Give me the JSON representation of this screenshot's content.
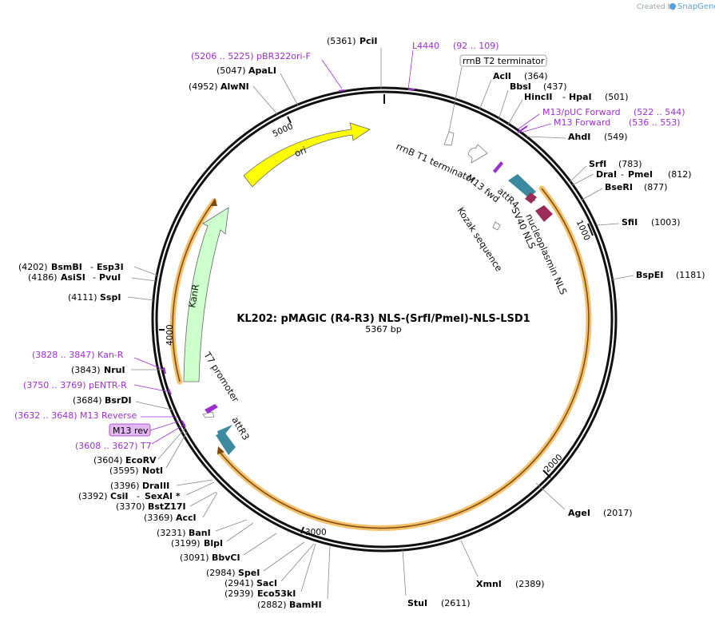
{
  "header": {
    "created_by": "Created by",
    "brand": "SnapGene"
  },
  "plasmid": {
    "name": "KL202: pMAGIC (R4-R3) NLS-(SrfI/PmeI)-NLS-LSD1",
    "length_label": "5367 bp"
  },
  "ticks": [
    "1000",
    "2000",
    "3000",
    "4000",
    "5000"
  ],
  "features": {
    "ori": "ori",
    "kanr": "KanR",
    "rrnb_t1": "rrnB T1 terminator",
    "rrnb_t2": "rrnB T2 terminator",
    "m13_fwd": "M13 fwd",
    "attr4": "attR4",
    "sv40_nls": "SV40 NLS",
    "nucleoplasmin_nls": "nucleoplasmin NLS",
    "kozak": "Kozak sequence",
    "t7_promoter": "T7 promoter",
    "attr3": "attR3",
    "m13_rev_badge": "M13 rev"
  },
  "sites": {
    "pcii": {
      "pos": "(5361)",
      "name": "PciI"
    },
    "apali": {
      "pos": "(5047)",
      "name": "ApaLI"
    },
    "alwni": {
      "pos": "(4952)",
      "name": "AlwNI"
    },
    "acli": {
      "name": "AclI",
      "pos": "(364)"
    },
    "bbsi": {
      "name": "BbsI",
      "pos": "(437)"
    },
    "hincii": {
      "name": "HincII",
      "sep": "-",
      "name2": "HpaI",
      "pos": "(501)"
    },
    "ahdi": {
      "name": "AhdI",
      "pos": "(549)"
    },
    "srfi": {
      "name": "SrfI",
      "pos": "(783)"
    },
    "drai": {
      "name": "DraI",
      "sep": "-",
      "name2": "PmeI",
      "pos": "(812)"
    },
    "beri": {
      "name": "BseRI",
      "pos": "(877)"
    },
    "sfii": {
      "name": "SfiI",
      "pos": "(1003)"
    },
    "bspei": {
      "name": "BspEI",
      "pos": "(1181)"
    },
    "agei": {
      "name": "AgeI",
      "pos": "(2017)"
    },
    "xmni": {
      "name": "XmnI",
      "pos": "(2389)"
    },
    "stui": {
      "name": "StuI",
      "pos": "(2611)"
    },
    "bamhi": {
      "pos": "(2882)",
      "name": "BamHI"
    },
    "eco53ki": {
      "pos": "(2939)",
      "name": "Eco53kI"
    },
    "saci": {
      "pos": "(2941)",
      "name": "SacI"
    },
    "spei": {
      "pos": "(2984)",
      "name": "SpeI"
    },
    "bbvci": {
      "pos": "(3091)",
      "name": "BbvCI"
    },
    "blpi": {
      "pos": "(3199)",
      "name": "BlpI"
    },
    "bani": {
      "pos": "(3231)",
      "name": "BanI"
    },
    "acci": {
      "pos": "(3369)",
      "name": "AccI"
    },
    "bstz17i": {
      "pos": "(3370)",
      "name": "BstZ17I"
    },
    "csii": {
      "pos": "(3392)",
      "name": "CsiI",
      "sep": "-",
      "name2": "SexAI *"
    },
    "draiii": {
      "pos": "(3396)",
      "name": "DraIII"
    },
    "noti": {
      "pos": "(3595)",
      "name": "NotI"
    },
    "ecorv": {
      "pos": "(3604)",
      "name": "EcoRV"
    },
    "bsrdi": {
      "pos": "(3684)",
      "name": "BsrDI"
    },
    "nrui": {
      "pos": "(3843)",
      "name": "NruI"
    },
    "sspi": {
      "pos": "(4111)",
      "name": "SspI"
    },
    "asisi": {
      "pos": "(4186)",
      "name": "AsiSI",
      "sep": "-",
      "name2": "PvuI"
    },
    "bsmbi": {
      "pos": "(4202)",
      "name": "BsmBI",
      "sep": "-",
      "name2": "Esp3I"
    }
  },
  "primers": {
    "pbr322ori_f": "(5206 .. 5225)  pBR322ori-F",
    "l4440_name": "L4440",
    "l4440_pos": "(92 .. 109)",
    "m13puc_fwd_name": "M13/pUC Forward",
    "m13puc_fwd_pos": "(522 .. 544)",
    "m13_fwd_name": "M13 Forward",
    "m13_fwd_pos": "(536 .. 553)",
    "kan_r": "(3828 .. 3847)  Kan-R",
    "pentr_r": "(3750 .. 3769)  pENTR-R",
    "m13_reverse": "(3632 .. 3648)  M13 Reverse",
    "t7": "(3608 .. 3627)  T7"
  },
  "colors": {
    "ori": "#ffff00",
    "kanr": "#ccffcc",
    "att": "#3b8aa0",
    "nls": "#9b2c5a",
    "primer": "#9b30d0",
    "orf_outline": "#f5c06a",
    "orf_line": "#7a4a10"
  }
}
